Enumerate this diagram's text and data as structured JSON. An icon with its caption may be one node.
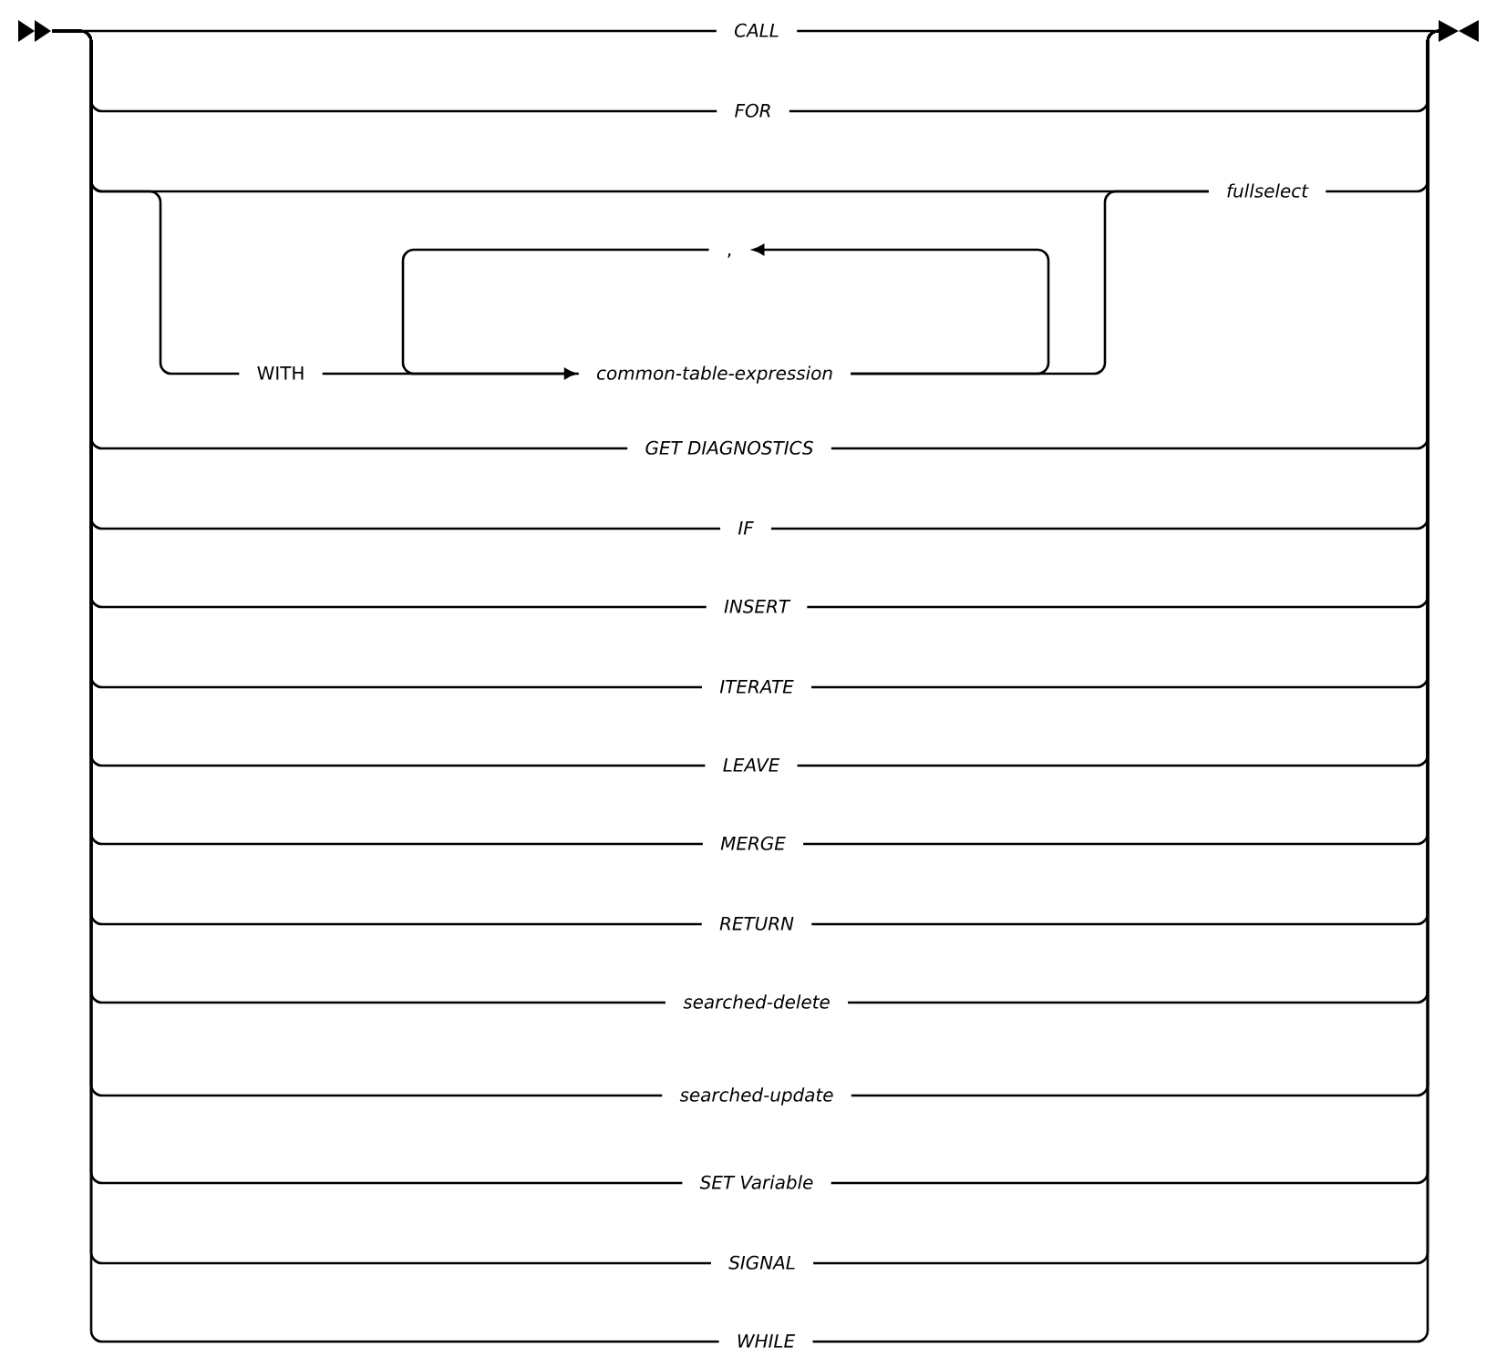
{
  "diagram": {
    "nodes": [
      {
        "text": [],
        "shape": "triangle"
      },
      {
        "text": [
          "CALL"
        ]
      },
      {
        "text": [],
        "shape": "triangle"
      },
      {
        "text": [
          "FOR"
        ]
      },
      {
        "text": [
          "fullselect"
        ]
      },
      {
        "text": [
          ","
        ]
      },
      {
        "text": [
          "WITH"
        ]
      },
      {
        "text": [
          "common-table-expression"
        ]
      },
      {
        "text": [
          "GET DIAGNOSTICS"
        ]
      },
      {
        "text": [
          "IF"
        ]
      },
      {
        "text": [
          "INSERT"
        ]
      },
      {
        "text": [
          "ITERATE"
        ]
      },
      {
        "text": [
          "LEAVE"
        ]
      },
      {
        "text": [
          "MERGE"
        ]
      },
      {
        "text": [
          "RETURN"
        ]
      },
      {
        "text": [
          "searched-delete"
        ]
      },
      {
        "text": [
          "searched-update"
        ]
      },
      {
        "text": [
          "SET Variable"
        ]
      },
      {
        "text": [
          "SIGNAL"
        ]
      },
      {
        "text": [
          "WHILE"
        ]
      }
    ],
    "edges": [
      {
        "from": 0,
        "to": 1,
        "arrow": "none"
      },
      {
        "from": 1,
        "to": 2,
        "arrow": "none"
      },
      {
        "from": 0,
        "to": 3,
        "arrow": "none"
      },
      {
        "from": 3,
        "to": 2,
        "arrow": "none"
      },
      {
        "from": 0,
        "to": 4,
        "arrow": "none"
      },
      {
        "from": 0,
        "to": 6,
        "arrow": "none"
      },
      {
        "from": 6,
        "to": 7,
        "arrow": "none"
      },
      {
        "from": 7,
        "to": 5,
        "arrow": "to"
      },
      {
        "from": 5,
        "to": 7,
        "arrow": "to"
      },
      {
        "from": 7,
        "to": 4,
        "arrow": "none"
      },
      {
        "from": 4,
        "to": 2,
        "arrow": "none"
      },
      {
        "from": 0,
        "to": 8,
        "arrow": "none"
      },
      {
        "from": 8,
        "to": 2,
        "arrow": "none"
      },
      {
        "from": 0,
        "to": 9,
        "arrow": "none"
      },
      {
        "from": 9,
        "to": 2,
        "arrow": "none"
      },
      {
        "from": 0,
        "to": 10,
        "arrow": "none"
      },
      {
        "from": 10,
        "to": 2,
        "arrow": "none"
      },
      {
        "from": 0,
        "to": 11,
        "arrow": "none"
      },
      {
        "from": 11,
        "to": 2,
        "arrow": "none"
      },
      {
        "from": 0,
        "to": 12,
        "arrow": "none"
      },
      {
        "from": 12,
        "to": 2,
        "arrow": "none"
      },
      {
        "from": 0,
        "to": 13,
        "arrow": "none"
      },
      {
        "from": 13,
        "to": 2,
        "arrow": "none"
      },
      {
        "from": 0,
        "to": 14,
        "arrow": "none"
      },
      {
        "from": 14,
        "to": 2,
        "arrow": "none"
      },
      {
        "from": 0,
        "to": 15,
        "arrow": "none"
      },
      {
        "from": 15,
        "to": 2,
        "arrow": "none"
      },
      {
        "from": 0,
        "to": 16,
        "arrow": "none"
      },
      {
        "from": 16,
        "to": 2,
        "arrow": "none"
      },
      {
        "from": 0,
        "to": 17,
        "arrow": "none"
      },
      {
        "from": 17,
        "to": 2,
        "arrow": "none"
      },
      {
        "from": 0,
        "to": 18,
        "arrow": "none"
      },
      {
        "from": 18,
        "to": 2,
        "arrow": "none"
      },
      {
        "from": 0,
        "to": 19,
        "arrow": "none"
      },
      {
        "from": 19,
        "to": 2,
        "arrow": "none"
      }
    ]
  }
}
